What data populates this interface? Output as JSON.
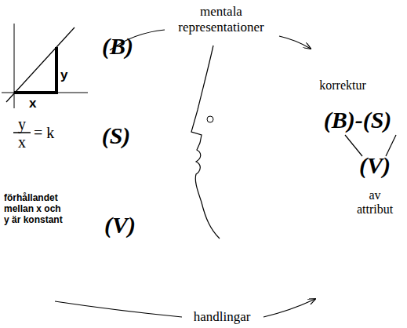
{
  "diagram": {
    "labels": [
      "mentala representationer",
      "y",
      "x",
      "(B)",
      "y",
      "x",
      "= k",
      "(S)",
      "förhållandet mellan x och y är konstant",
      "(V)",
      "korrektur",
      "(B)-(S)",
      "(V)",
      "av attribut",
      "handlingar"
    ]
  }
}
